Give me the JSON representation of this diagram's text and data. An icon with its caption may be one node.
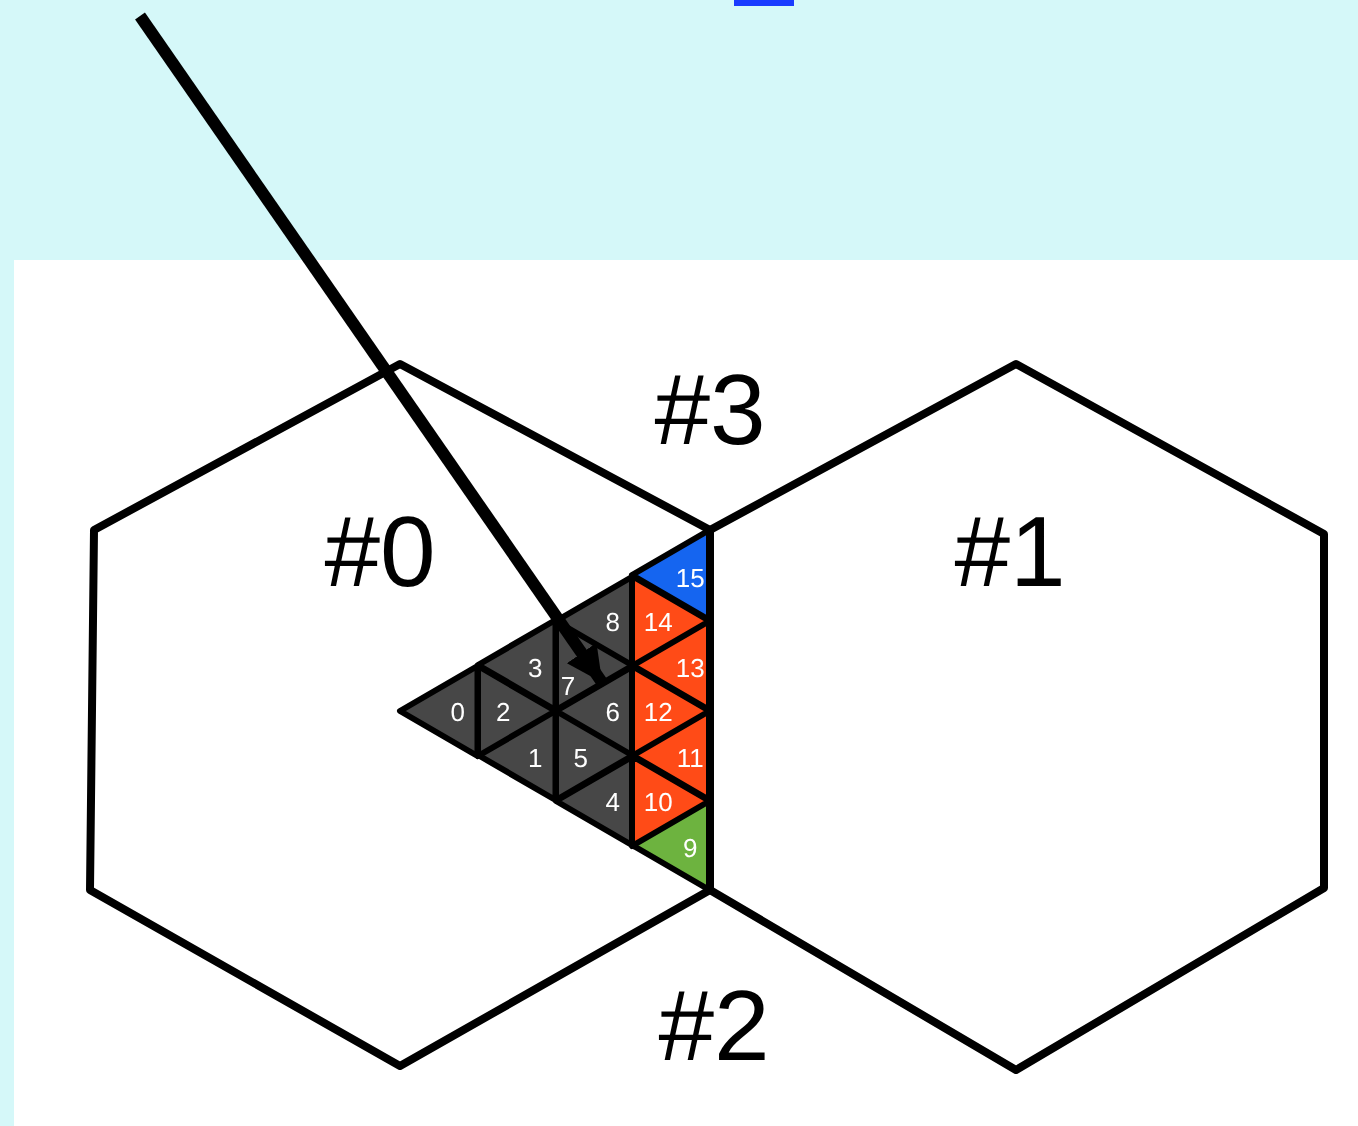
{
  "diagram": {
    "nodes": [
      {
        "text": [
          "#0"
        ]
      },
      {
        "text": [
          "#1"
        ]
      },
      {
        "text": [
          "0"
        ],
        "in": 0
      },
      {
        "text": [
          "1"
        ],
        "in": 0
      },
      {
        "text": [
          "2"
        ],
        "in": 0
      },
      {
        "text": [
          "3"
        ],
        "in": 0
      },
      {
        "text": [
          "4"
        ],
        "in": 0
      },
      {
        "text": [
          "5"
        ],
        "in": 0
      },
      {
        "text": [
          "6"
        ],
        "in": 0
      },
      {
        "text": [
          "7"
        ],
        "in": 0
      },
      {
        "text": [
          "8"
        ],
        "in": 0
      },
      {
        "text": [
          "9"
        ],
        "in": 0
      },
      {
        "text": [
          "10"
        ],
        "in": 0
      },
      {
        "text": [
          "11"
        ],
        "in": 0
      },
      {
        "text": [
          "12"
        ],
        "in": 0
      },
      {
        "text": [
          "13"
        ],
        "in": 0
      },
      {
        "text": [
          "14"
        ],
        "in": 0
      },
      {
        "text": [
          "15"
        ],
        "in": 0
      }
    ],
    "edges": [
      {
        "from": null,
        "to": 8,
        "arrow": "to"
      }
    ],
    "labels": [
      "#3",
      "#2"
    ]
  }
}
